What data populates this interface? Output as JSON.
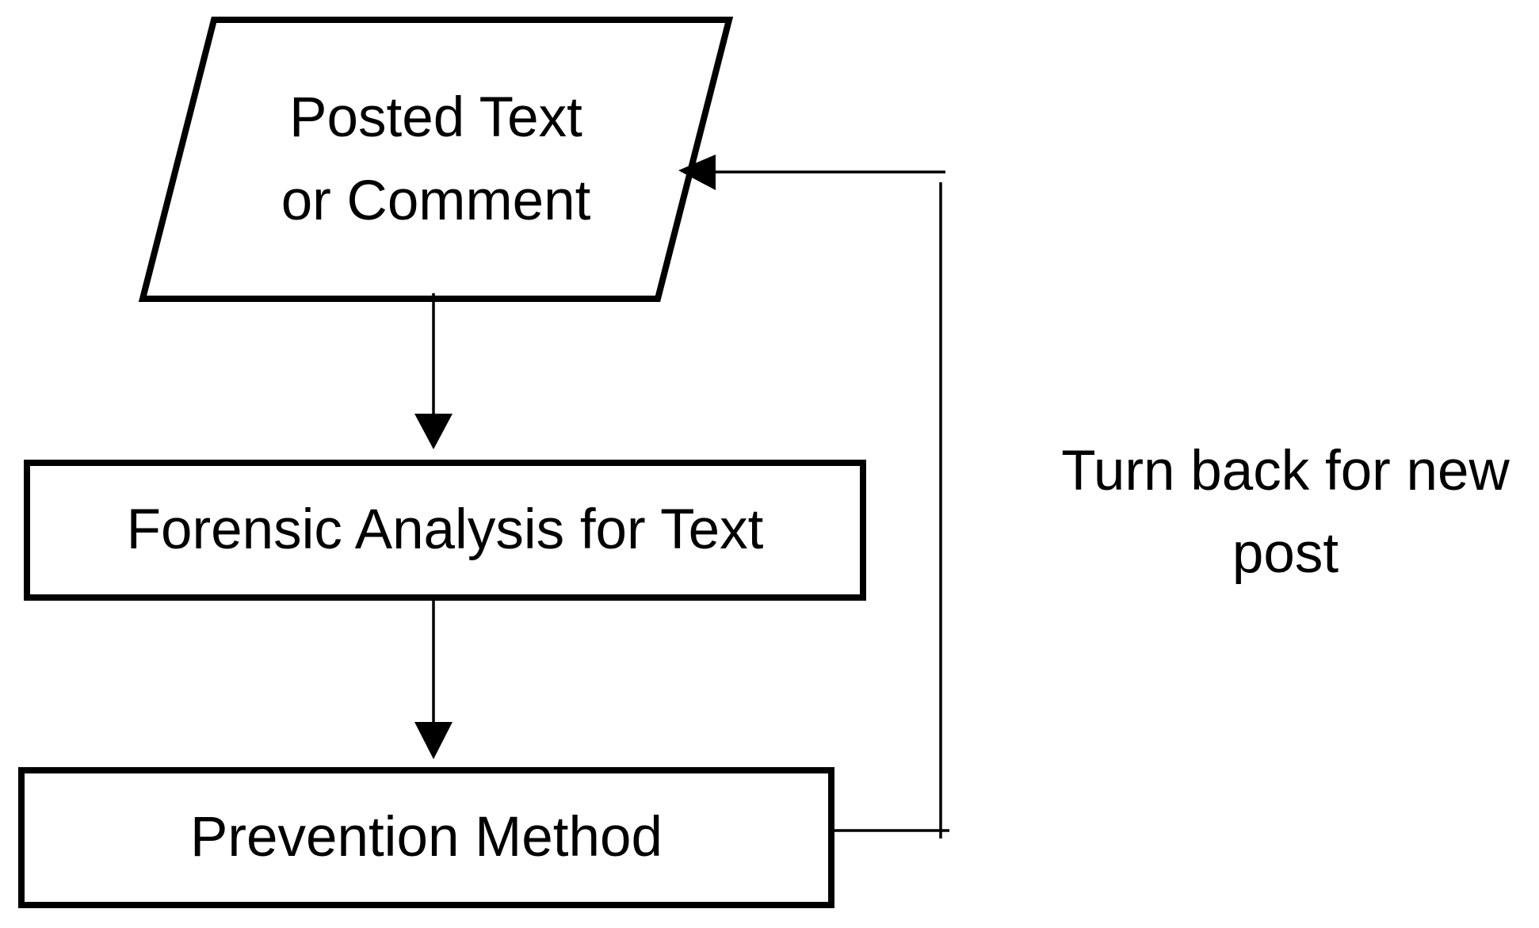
{
  "diagram": {
    "title": "",
    "nodes": {
      "input": {
        "shape": "parallelogram",
        "line1": "Posted Text",
        "line2": "or Comment"
      },
      "analysis": {
        "shape": "rectangle",
        "label": "Forensic Analysis for Text"
      },
      "prevention": {
        "shape": "rectangle",
        "label": "Prevention Method"
      }
    },
    "edges": {
      "input_to_analysis": {
        "type": "arrow-down"
      },
      "analysis_to_prevention": {
        "type": "arrow-down"
      },
      "prevention_to_input": {
        "type": "feedback-loop-arrow"
      }
    },
    "annotations": {
      "feedback": {
        "line1": "Turn back for new",
        "line2": "post"
      }
    },
    "colors": {
      "stroke": "#000000",
      "background": "#ffffff"
    }
  }
}
